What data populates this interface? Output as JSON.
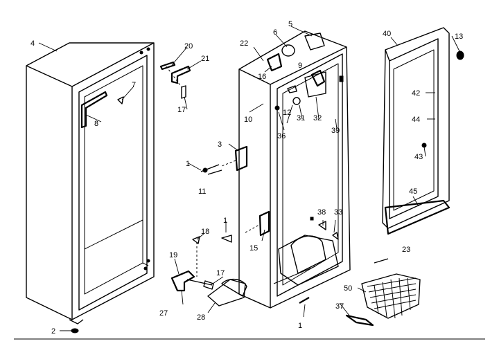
{
  "callouts": {
    "c1a": "1",
    "c1b": "1",
    "c1c": "1",
    "c2": "2",
    "c3": "3",
    "c4": "4",
    "c5": "5",
    "c6": "6",
    "c7": "7",
    "c8": "8",
    "c9": "9",
    "c10": "10",
    "c11": "11",
    "c12": "12",
    "c13": "13",
    "c15": "15",
    "c16": "16",
    "c17a": "17",
    "c17b": "17",
    "c18": "18",
    "c19": "19",
    "c20": "20",
    "c21": "21",
    "c22": "22",
    "c23": "23",
    "c27": "27",
    "c28": "28",
    "c31": "31",
    "c32": "32",
    "c33": "33",
    "c36": "36",
    "c37": "37",
    "c38": "38",
    "c39": "39",
    "c40": "40",
    "c42": "42",
    "c43": "43",
    "c44": "44",
    "c45": "45",
    "c50": "50"
  }
}
